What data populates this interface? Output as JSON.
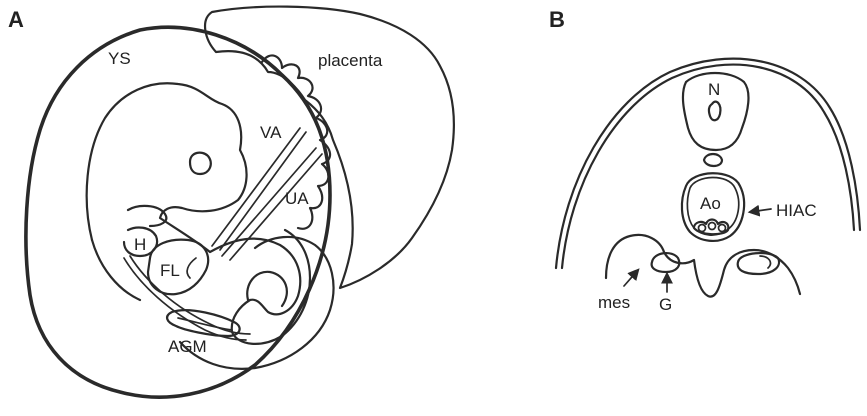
{
  "figure": {
    "panel_a": {
      "letter": "A",
      "labels": {
        "ys": "YS",
        "placenta": "placenta",
        "va": "VA",
        "ua": "UA",
        "h": "H",
        "fl": "FL",
        "agm": "AGM"
      }
    },
    "panel_b": {
      "letter": "B",
      "labels": {
        "n": "N",
        "ao": "Ao",
        "hiac": "HIAC",
        "mes": "mes",
        "g": "G"
      }
    },
    "colors": {
      "line": "#2a2a2a",
      "background": "#ffffff"
    }
  }
}
